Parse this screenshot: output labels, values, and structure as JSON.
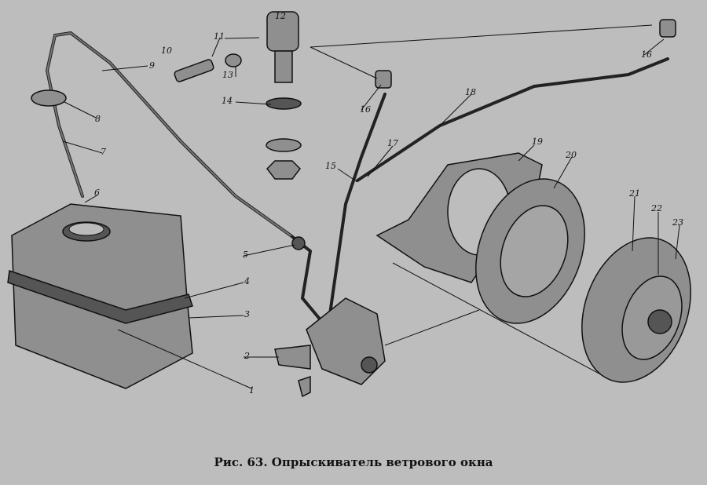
{
  "caption": "Рис. 63. Опрыскиватель ветрового окна",
  "labels": {
    "l1": "1",
    "l2": "2",
    "l3": "3",
    "l4": "4",
    "l5": "5",
    "l6": "6",
    "l7": "7",
    "l8": "8",
    "l9": "9",
    "l10": "10",
    "l11": "11",
    "l12": "12",
    "l13": "13",
    "l14": "14",
    "l15": "15",
    "l16a": "16",
    "l16b": "16",
    "l17": "17",
    "l18": "18",
    "l19": "19",
    "l20": "20",
    "l21": "21",
    "l22": "22",
    "l23": "23"
  }
}
